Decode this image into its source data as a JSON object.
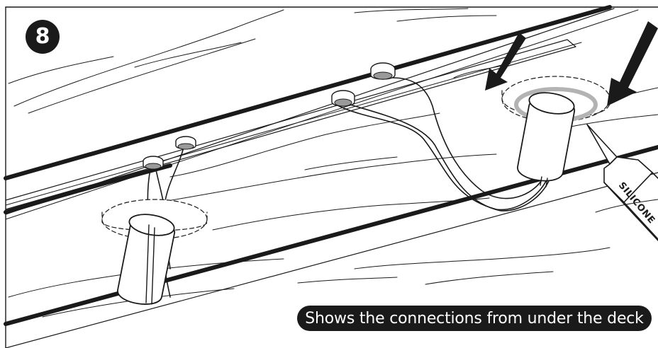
{
  "step": {
    "number": "8"
  },
  "caption": {
    "text": "Shows the connections from under the deck"
  },
  "silicone_tube": {
    "label": "SILICONE"
  },
  "colors": {
    "ink": "#1a1a1a",
    "background": "#ffffff",
    "silicone_bead": "#b3b3b3",
    "light_lens": "#9a9a9a"
  },
  "icons": [
    "arrow-down-left-icon",
    "arrow-down-left-icon"
  ]
}
